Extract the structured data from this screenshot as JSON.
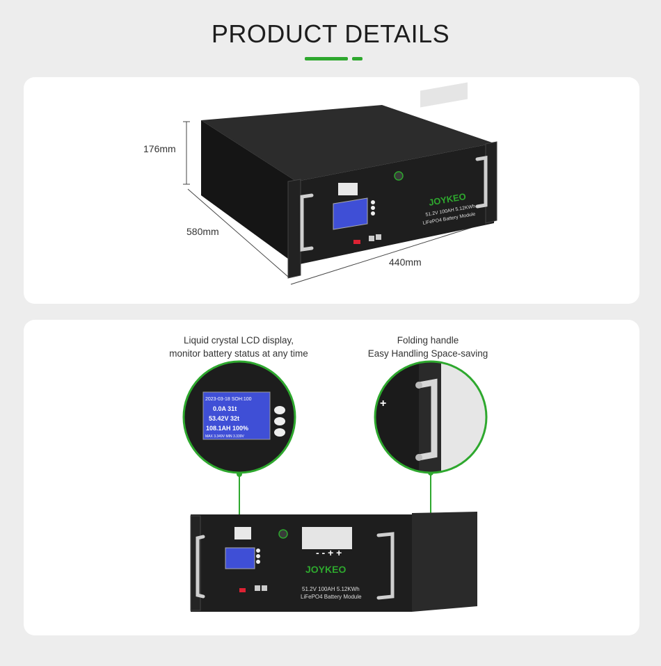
{
  "header": {
    "title": "PRODUCT DETAILS"
  },
  "dimensions": {
    "height": "176mm",
    "depth": "580mm",
    "width": "440mm"
  },
  "product": {
    "brand": "JOYKEO",
    "spec_line1": "51.2V 100AH  5.12KWh",
    "spec_line2": "LiFePO4 Battery Module"
  },
  "features": {
    "lcd": {
      "line1": "Liquid crystal LCD display,",
      "line2": "monitor battery status at any time"
    },
    "handle": {
      "line1": "Folding handle",
      "line2": "Easy Handling    Space-saving"
    }
  },
  "lcd_screen": {
    "row0": "2023-03-18  SOH:100",
    "row1": "0.0A  31t",
    "row2": "53.42V  32t",
    "row3": "108.1AH 100%",
    "row4": "MAX 3.349V  MIN 3.339V"
  },
  "colors": {
    "accent": "#2ea82e",
    "lcd": "#3f4fd6",
    "chassis": "#1c1c1c"
  }
}
